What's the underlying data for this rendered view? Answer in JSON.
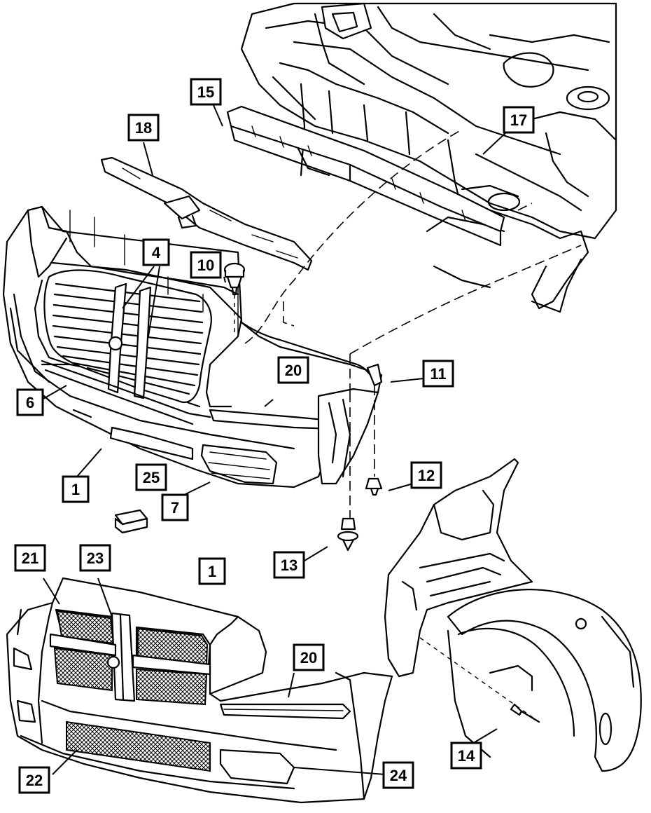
{
  "diagram": {
    "callouts": [
      {
        "id": "c15",
        "label": "15"
      },
      {
        "id": "c17",
        "label": "17"
      },
      {
        "id": "c18",
        "label": "18"
      },
      {
        "id": "c4",
        "label": "4"
      },
      {
        "id": "c10",
        "label": "10"
      },
      {
        "id": "c20a",
        "label": "20"
      },
      {
        "id": "c11",
        "label": "11"
      },
      {
        "id": "c6",
        "label": "6"
      },
      {
        "id": "c12",
        "label": "12"
      },
      {
        "id": "c1a",
        "label": "1"
      },
      {
        "id": "c25",
        "label": "25"
      },
      {
        "id": "c7",
        "label": "7"
      },
      {
        "id": "c13",
        "label": "13"
      },
      {
        "id": "c21",
        "label": "21"
      },
      {
        "id": "c23",
        "label": "23"
      },
      {
        "id": "c1b",
        "label": "1"
      },
      {
        "id": "c20b",
        "label": "20"
      },
      {
        "id": "c14",
        "label": "14"
      },
      {
        "id": "c22",
        "label": "22"
      },
      {
        "id": "c24",
        "label": "24"
      }
    ]
  }
}
